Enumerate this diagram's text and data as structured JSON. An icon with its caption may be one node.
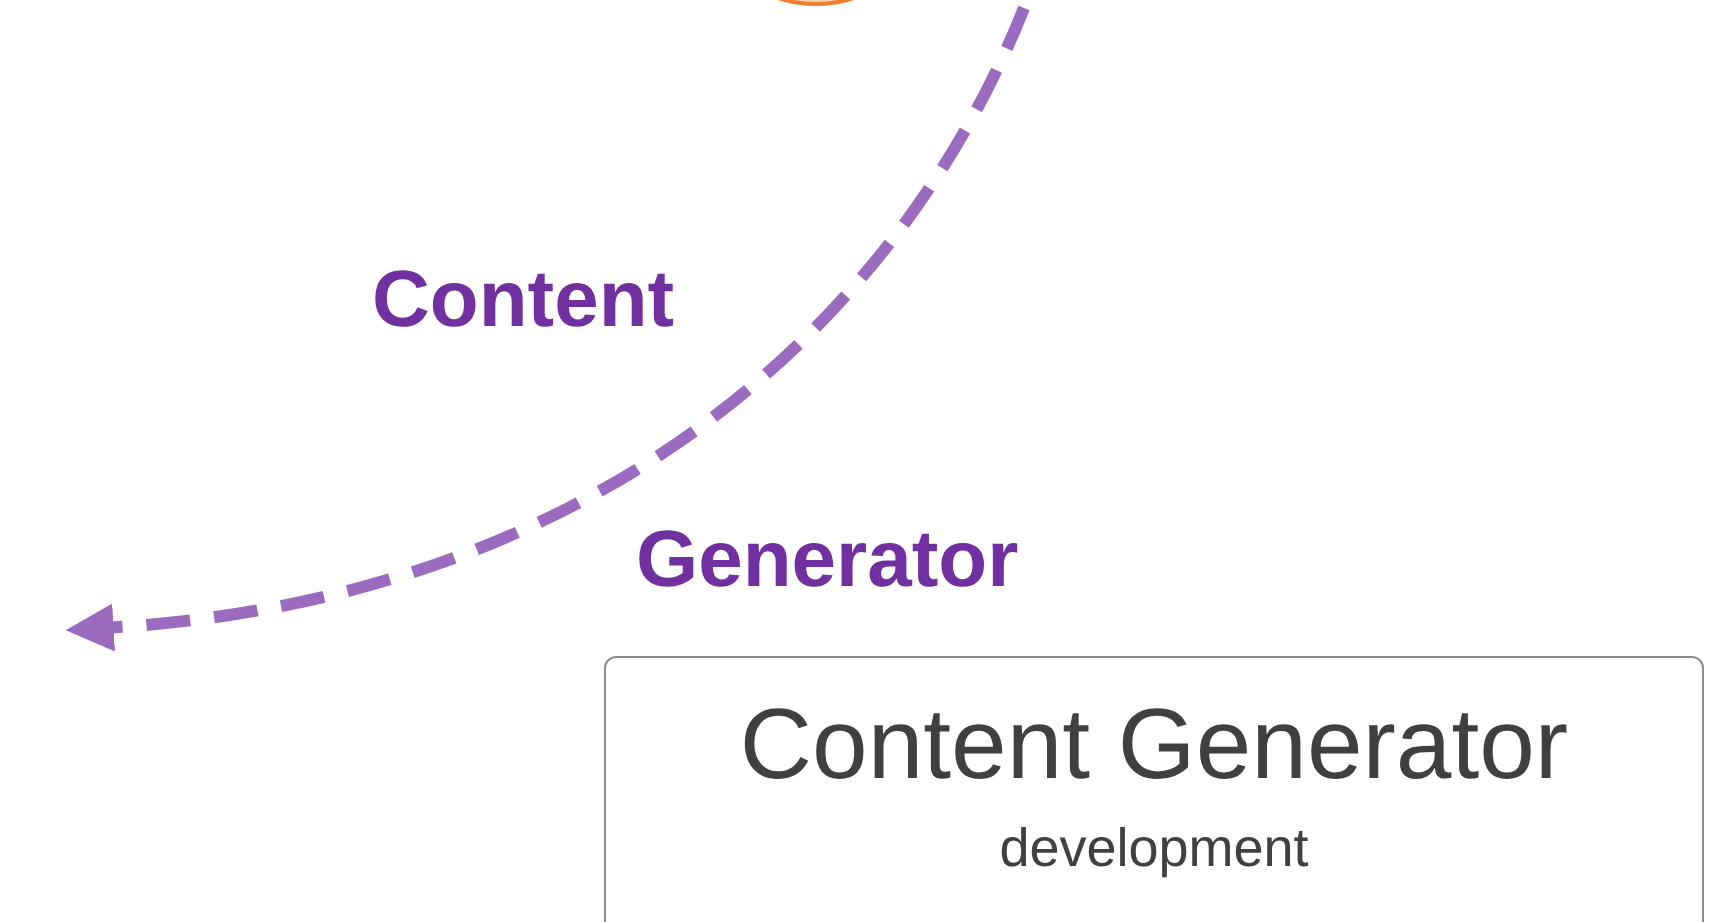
{
  "diagram": {
    "nodes": [
      {
        "text": [],
        "shape": "circle"
      },
      {
        "text": [
          "Content Generator",
          "development"
        ]
      }
    ],
    "labels": [
      "Content",
      "Generator"
    ]
  }
}
